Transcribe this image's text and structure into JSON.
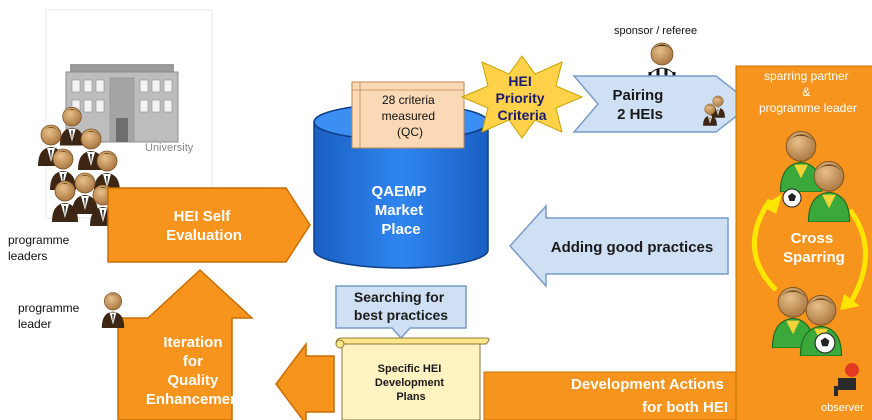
{
  "colors": {
    "orange": "#f7941d",
    "orange_dark": "#c96f00",
    "light_blue": "#cfe0f5",
    "blue_border": "#7a9cc6",
    "db_blue": "#1f6fd6",
    "star_yellow": "#ffd24a",
    "note_peach": "#fbd9b7",
    "scroll": "#fff3c2"
  },
  "university_label": "University",
  "programme_leaders_label": "programme\nleaders",
  "programme_leader_label": "programme\nleader",
  "self_evaluation": "HEI Self\nEvaluation",
  "criteria_note": "28 criteria\nmeasured\n(QC)",
  "market_place": "QAEMP\nMarket\nPlace",
  "priority_criteria": "HEI\nPriority\nCriteria",
  "sponsor_label": "sponsor / referee",
  "pairing": "Pairing\n2 HEIs",
  "sparring_partner_label": "sparring partner\n&\nprogramme leader",
  "cross_sparring": "Cross\nSparring",
  "adding_good_practices": "Adding good practices",
  "searching_best_practices": "Searching for\nbest practices",
  "development_plans": "Specific HEI\nDevelopment\nPlans",
  "development_actions": "Development Actions\nfor both HEI",
  "iteration": "Iteration\nfor\nQuality\nEnhancement",
  "observer_label": "observer",
  "icons": [
    "university-building-icon",
    "person-icon",
    "referee-icon",
    "football-icon",
    "camera-icon",
    "cycle-arrows-icon"
  ]
}
